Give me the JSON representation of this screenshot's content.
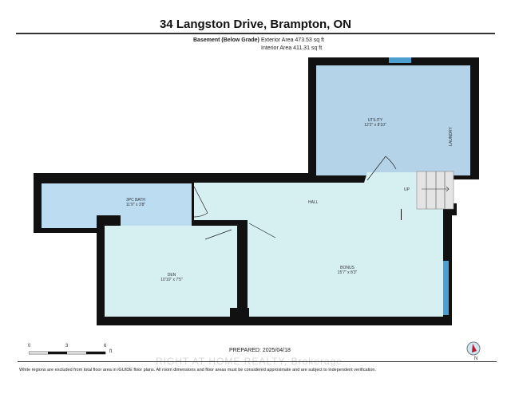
{
  "title": "34 Langston Drive, Brampton, ON",
  "level": "Basement (Below Grade)",
  "exterior_area": "Exterior Area 473.53 sq ft",
  "interior_area": "Interior Area 411.31 sq ft",
  "rooms": [
    {
      "name": "UTILITY",
      "dims": "12'2\" x 8'10\""
    },
    {
      "name": "3PC BATH",
      "dims": "11'9\" x 3'8\""
    },
    {
      "name": "HALL",
      "dims": ""
    },
    {
      "name": "DEN",
      "dims": "10'10\" x 7'5\""
    },
    {
      "name": "BONUS",
      "dims": "15'7\" x 8'3\""
    }
  ],
  "labels": {
    "laundry": "LAUNDRY",
    "up": "UP"
  },
  "scale": {
    "ticks": [
      "0",
      "3",
      "6"
    ],
    "unit": "ft"
  },
  "prepared": "PREPARED: 2025/04/18",
  "compass": "N",
  "watermark": "RIGHT AT HOME REALTY, Brokerage",
  "disclaimer": "White regions are excluded from total floor area in iGUIDE floor plans. All room dimensions and floor areas must be considered approximate and are subject to independent verification.",
  "colors": {
    "wall": "#111111",
    "utility": "#b5d3e8",
    "bath": "#bcdcf2",
    "hall": "#d6eff0",
    "window": "#4a9fd0",
    "stairs": "#e4e4e4"
  }
}
